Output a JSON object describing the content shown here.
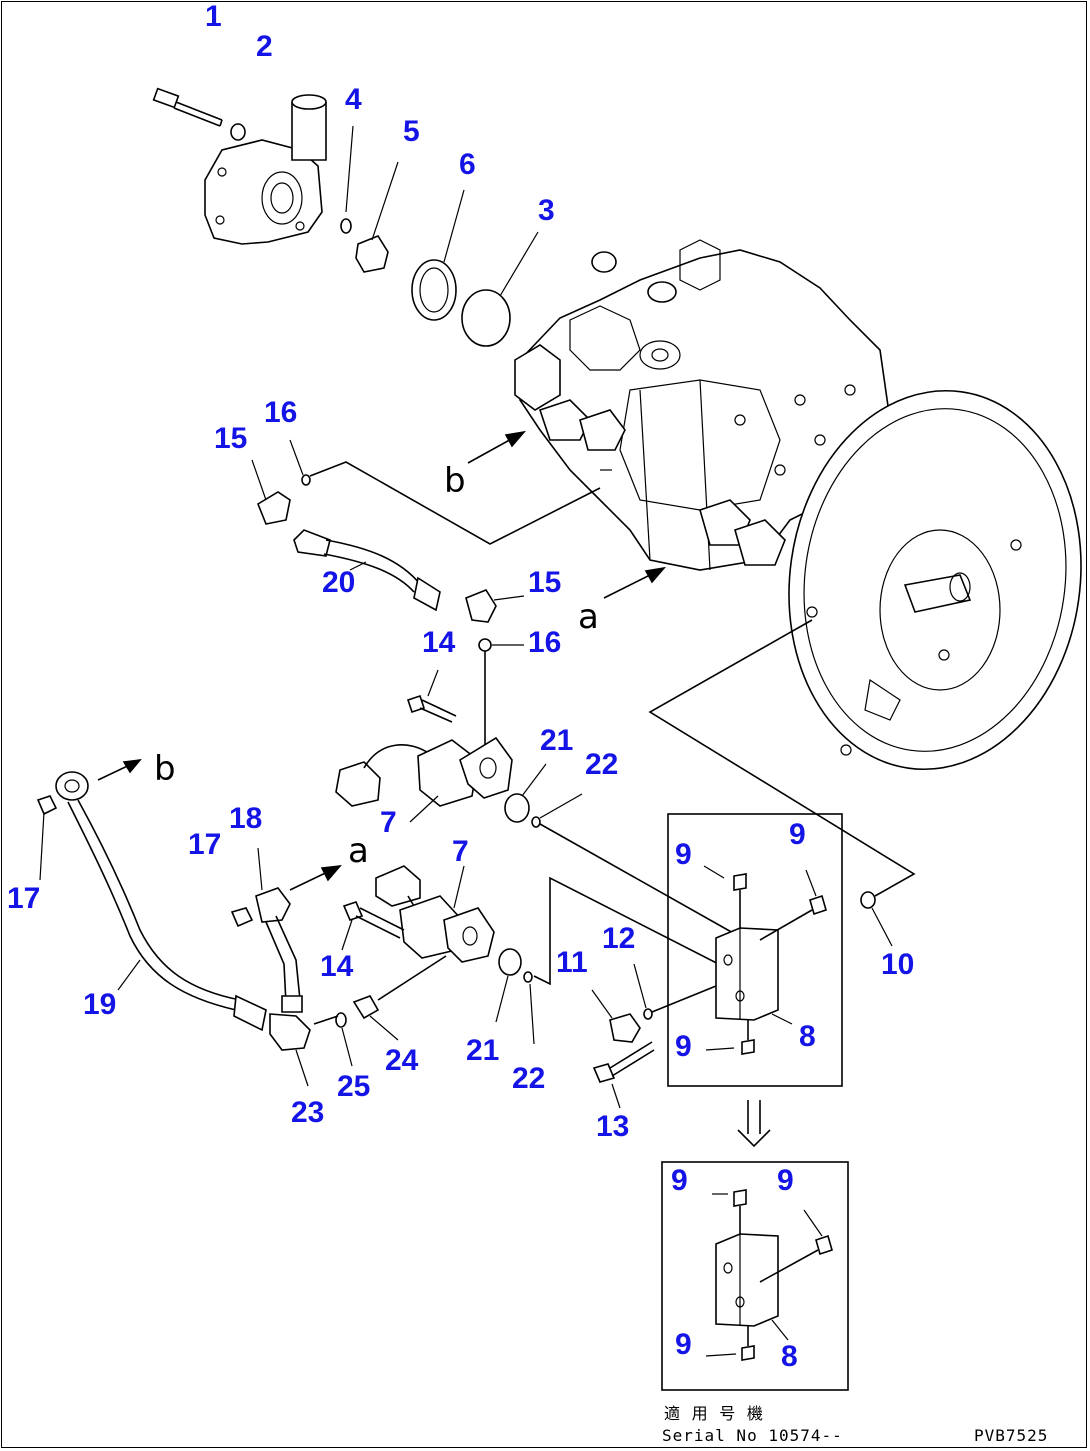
{
  "colors": {
    "callout": "#1414e6",
    "line": "#000000",
    "background": "#ffffff"
  },
  "callouts": [
    {
      "id": "c1",
      "text": "1"
    },
    {
      "id": "c2",
      "text": "2"
    },
    {
      "id": "c4",
      "text": "4"
    },
    {
      "id": "c5",
      "text": "5"
    },
    {
      "id": "c6",
      "text": "6"
    },
    {
      "id": "c3",
      "text": "3"
    },
    {
      "id": "c16a",
      "text": "16"
    },
    {
      "id": "c15a",
      "text": "15"
    },
    {
      "id": "c20",
      "text": "20"
    },
    {
      "id": "c15b",
      "text": "15"
    },
    {
      "id": "c16b",
      "text": "16"
    },
    {
      "id": "c14a",
      "text": "14"
    },
    {
      "id": "c21a",
      "text": "21"
    },
    {
      "id": "c22a",
      "text": "22"
    },
    {
      "id": "c7a",
      "text": "7"
    },
    {
      "id": "c18",
      "text": "18"
    },
    {
      "id": "c17a",
      "text": "17"
    },
    {
      "id": "c17b",
      "text": "17"
    },
    {
      "id": "c7b",
      "text": "7"
    },
    {
      "id": "c14b",
      "text": "14"
    },
    {
      "id": "c19",
      "text": "19"
    },
    {
      "id": "c11",
      "text": "11"
    },
    {
      "id": "c12",
      "text": "12"
    },
    {
      "id": "c21b",
      "text": "21"
    },
    {
      "id": "c22b",
      "text": "22"
    },
    {
      "id": "c23",
      "text": "23"
    },
    {
      "id": "c25",
      "text": "25"
    },
    {
      "id": "c24",
      "text": "24"
    },
    {
      "id": "c13",
      "text": "13"
    },
    {
      "id": "c9a",
      "text": "9"
    },
    {
      "id": "c9b",
      "text": "9"
    },
    {
      "id": "c9c",
      "text": "9"
    },
    {
      "id": "c8a",
      "text": "8"
    },
    {
      "id": "c10",
      "text": "10"
    },
    {
      "id": "c9d",
      "text": "9"
    },
    {
      "id": "c9e",
      "text": "9"
    },
    {
      "id": "c9f",
      "text": "9"
    },
    {
      "id": "c8b",
      "text": "8"
    }
  ],
  "letters": {
    "b_pump": "b",
    "a_pump": "a",
    "b_hose": "b",
    "a_hose": "a"
  },
  "note": {
    "applicability": "適 用 号 機",
    "serial": "Serial No 10574--"
  },
  "drawing_code": "PVB7525"
}
